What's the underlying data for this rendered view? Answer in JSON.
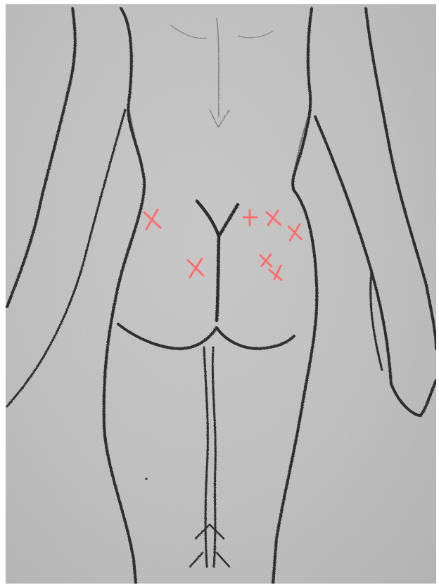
{
  "drawing": {
    "subject": "pencil-sketch-body-outline-back-view",
    "line_color": "#2f2f2f",
    "mark_color": "#ff6f6f",
    "paper_color": "#c2c2c2"
  },
  "marks": {
    "left_side_count": 2,
    "right_side_count": 5,
    "total_count": 7
  }
}
